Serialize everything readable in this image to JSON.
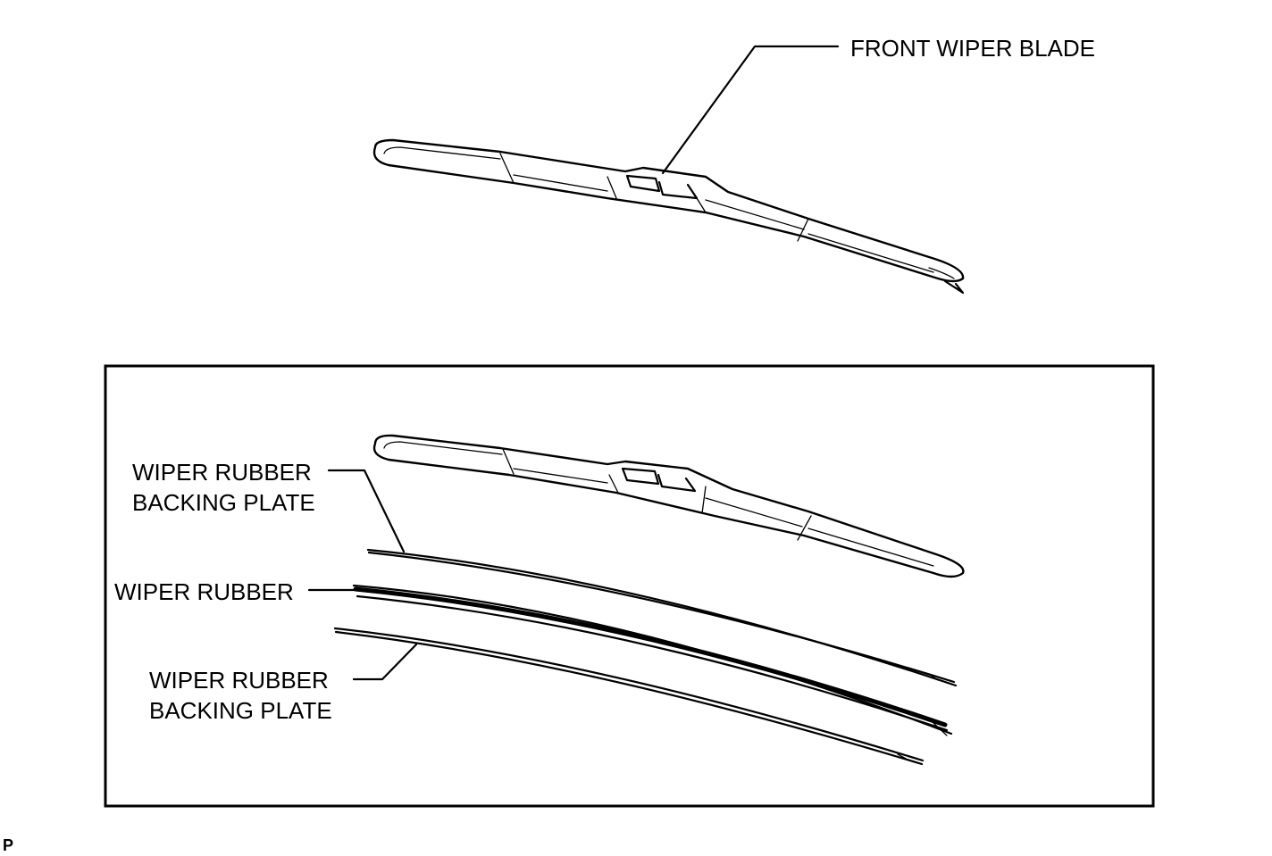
{
  "labels": {
    "front_wiper_blade": "FRONT WIPER BLADE",
    "backing_plate_upper_line1": "WIPER RUBBER",
    "backing_plate_upper_line2": "BACKING PLATE",
    "wiper_rubber": "WIPER RUBBER",
    "backing_plate_lower_line1": "WIPER RUBBER",
    "backing_plate_lower_line2": "BACKING PLATE",
    "corner_mark": "P"
  },
  "colors": {
    "line": "#000000",
    "background": "#ffffff"
  }
}
